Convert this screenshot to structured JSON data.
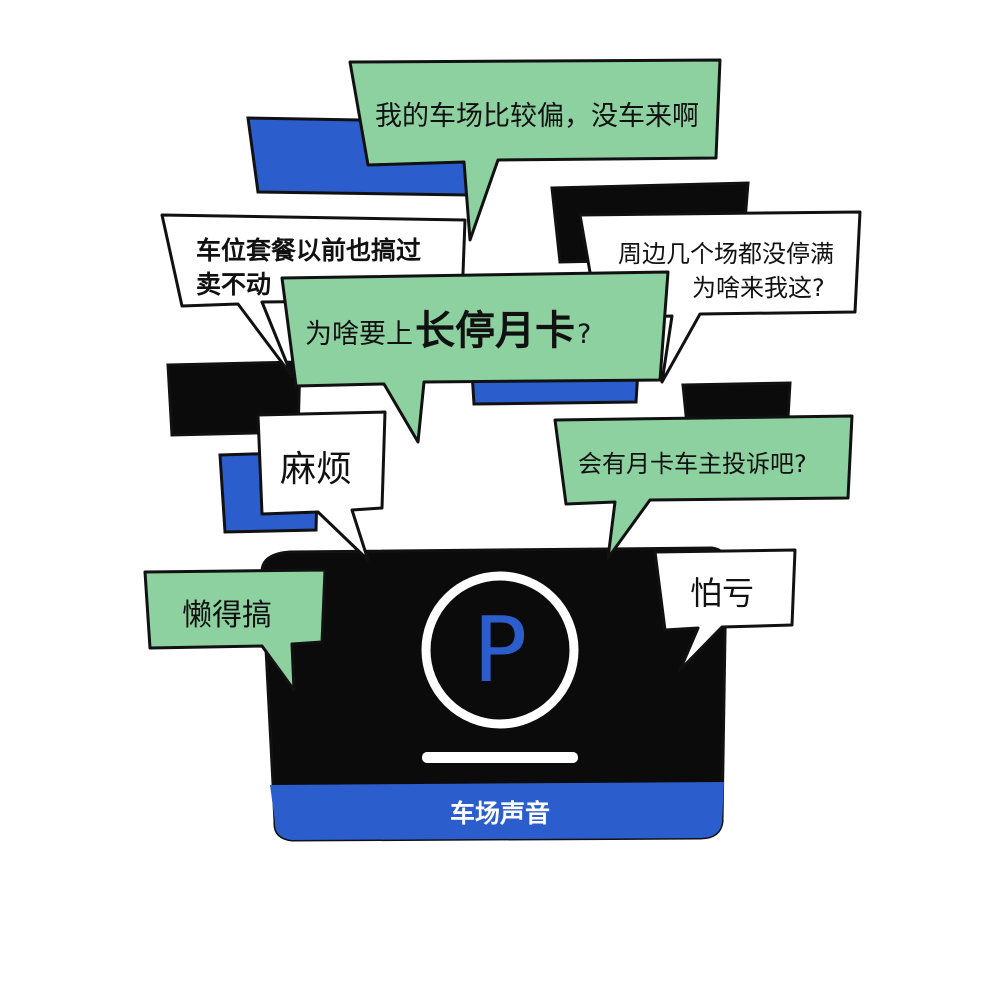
{
  "colors": {
    "green": "#8dd1a1",
    "blue": "#2c5dcc",
    "black": "#0b0b0b",
    "white": "#ffffff",
    "outline": "#111111"
  },
  "bubbles": {
    "remote_lot": "我的车场比较偏，没车来啊",
    "package_text_line1": "车位套餐以前也搞过",
    "package_text_line2": "卖不动",
    "nearby_line1": "周边几个场都没停满",
    "nearby_line2": "为啥来我这?",
    "question_prefix": "为啥要上",
    "question_emphasis": "长停月卡",
    "question_suffix": "?",
    "trouble": "麻烦",
    "complaint": "会有月卡车主投诉吧?",
    "lazy": "懒得搞",
    "loss": "怕亏"
  },
  "sign": {
    "parking_letter": "P",
    "parking_icon": "parking-p-icon",
    "caption": "车场声音"
  }
}
